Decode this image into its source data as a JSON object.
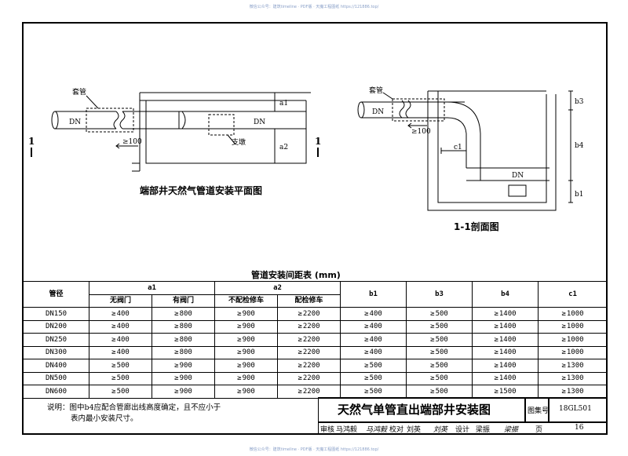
{
  "watermark_top": "微信公众号：建筑timeline · PDF版 · 天魔工程图纸 https://121886.top/",
  "watermark_bottom": "微信公众号：建筑timeline · PDF版 · 天魔工程图纸 https://121886.top/",
  "plan": {
    "caption": "端部井天然气管道安装平面图",
    "sleeve_label": "套管",
    "dn_label_1": "DN",
    "dn_label_2": "DN",
    "dn_sub": "1",
    "dim_100": "≥100",
    "support_label": "支墩",
    "a1": "a1",
    "a2": "a2",
    "section_mark": "1"
  },
  "section": {
    "caption": "1-1剖面图",
    "sleeve_label": "套管",
    "dn_label_1": "DN",
    "dn_label_2": "DN",
    "dn_sub": "1",
    "dim_100": "≥100",
    "b3": "b3",
    "b4": "b4",
    "b1": "b1",
    "c1": "c1"
  },
  "table": {
    "title": "管道安装间距表 (mm)",
    "headers": {
      "pipe": "管径",
      "a1": "a1",
      "a2": "a2",
      "b1": "b1",
      "b3": "b3",
      "b4": "b4",
      "c1": "c1",
      "a1_sub": [
        "无阀门",
        "有阀门"
      ],
      "a2_sub": [
        "不配检修车",
        "配检修车"
      ]
    },
    "rows": [
      {
        "dn": "DN150",
        "c": [
          "400",
          "800",
          "900",
          "2200",
          "400",
          "500",
          "1400",
          "1000"
        ]
      },
      {
        "dn": "DN200",
        "c": [
          "400",
          "800",
          "900",
          "2200",
          "400",
          "500",
          "1400",
          "1000"
        ]
      },
      {
        "dn": "DN250",
        "c": [
          "400",
          "800",
          "900",
          "2200",
          "400",
          "500",
          "1400",
          "1000"
        ]
      },
      {
        "dn": "DN300",
        "c": [
          "400",
          "800",
          "900",
          "2200",
          "400",
          "500",
          "1400",
          "1000"
        ]
      },
      {
        "dn": "DN400",
        "c": [
          "500",
          "900",
          "900",
          "2200",
          "500",
          "500",
          "1400",
          "1300"
        ]
      },
      {
        "dn": "DN500",
        "c": [
          "500",
          "900",
          "900",
          "2200",
          "500",
          "500",
          "1400",
          "1300"
        ]
      },
      {
        "dn": "DN600",
        "c": [
          "500",
          "900",
          "900",
          "2200",
          "500",
          "500",
          "1500",
          "1300"
        ]
      }
    ]
  },
  "notes": {
    "prefix": "说明：",
    "line1": "图中b4应配合管廊出线高度确定，且不应小于",
    "line2": "表内最小安装尺寸。"
  },
  "title_block": {
    "title": "天然气单管直出端部井安装图",
    "atlas_label": "图集号",
    "atlas_no": "18GL501",
    "review_label": "审核",
    "review_name": "马鸿毅",
    "review_sig": "马鸿毅",
    "check_label": "校对",
    "check_name": "刘英",
    "check_sig": "刘英",
    "design_label": "设计",
    "design_name": "梁振",
    "design_sig": "梁振",
    "page_label": "页",
    "page_no": "16"
  }
}
